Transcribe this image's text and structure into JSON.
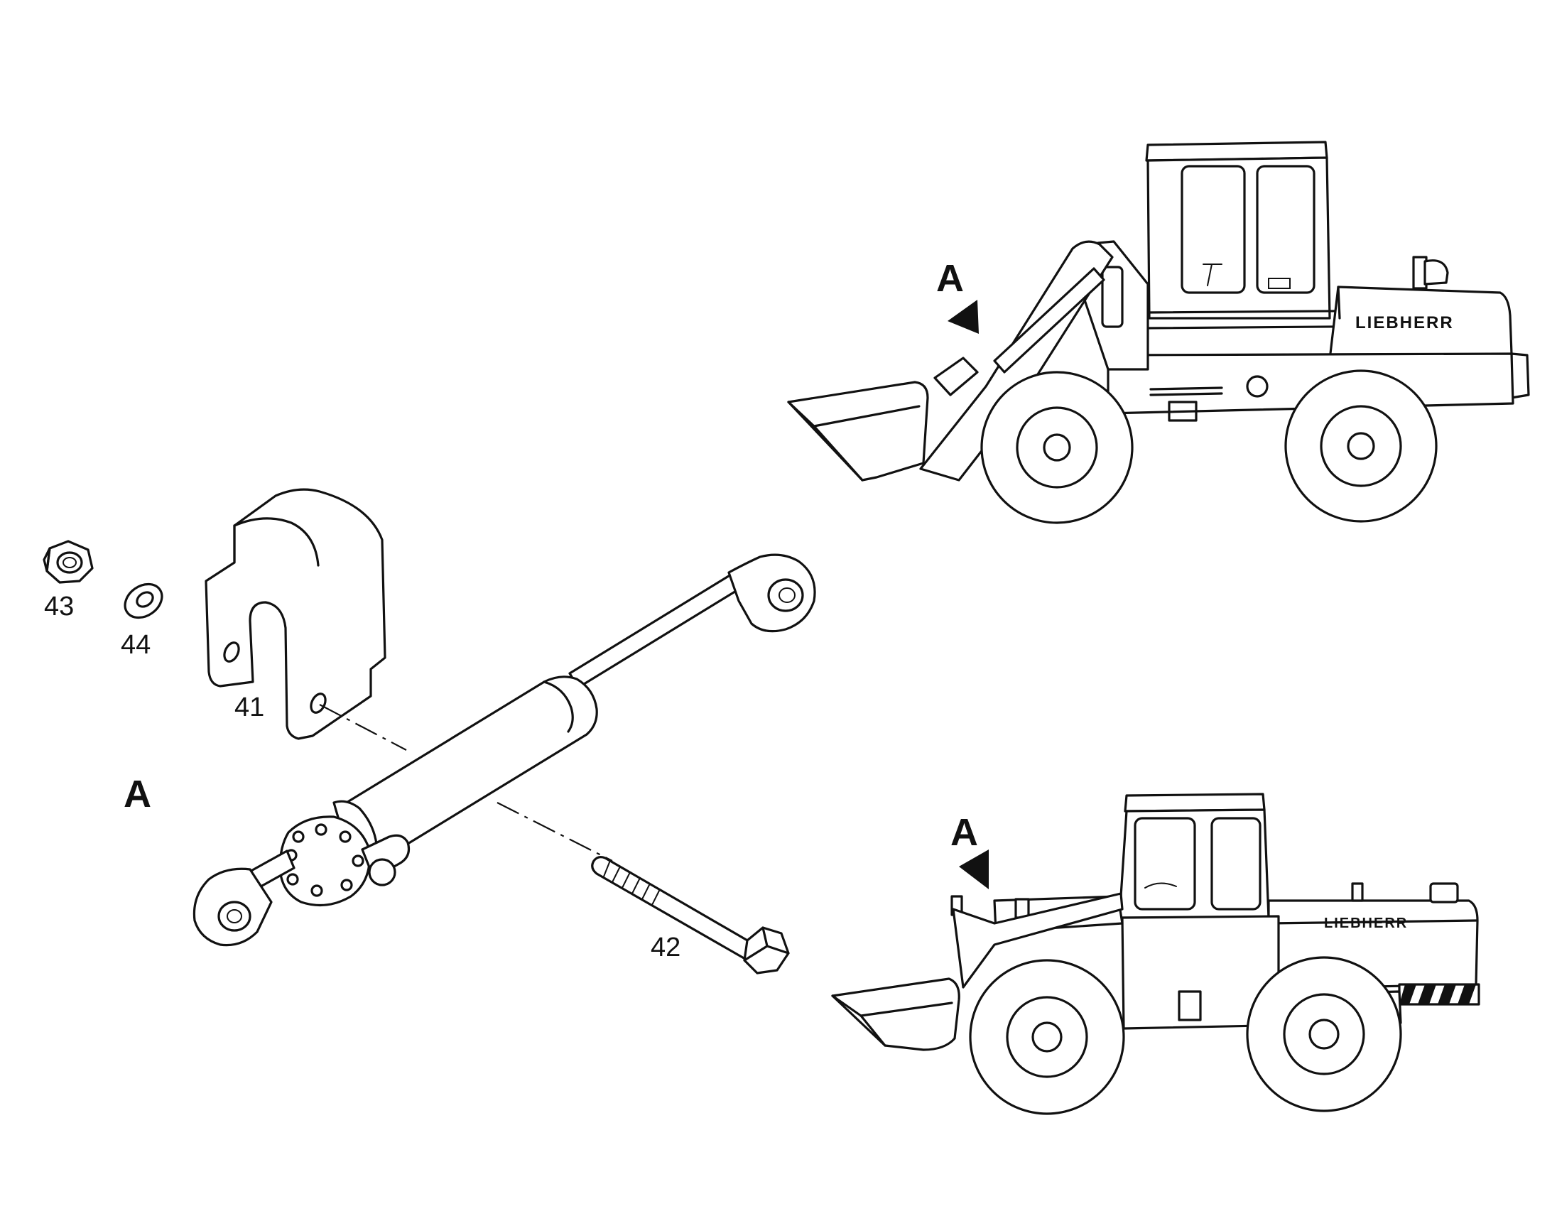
{
  "callouts": {
    "p41": "41",
    "p42": "42",
    "p43": "43",
    "p44": "44"
  },
  "view_labels": {
    "detail": "A",
    "loader_top": "A",
    "loader_bottom": "A"
  },
  "brand_marks": {
    "loader_top": "LIEBHERR",
    "loader_bottom": "LIEBHERR"
  },
  "colors": {
    "ink": "#111111",
    "paper": "#ffffff"
  }
}
